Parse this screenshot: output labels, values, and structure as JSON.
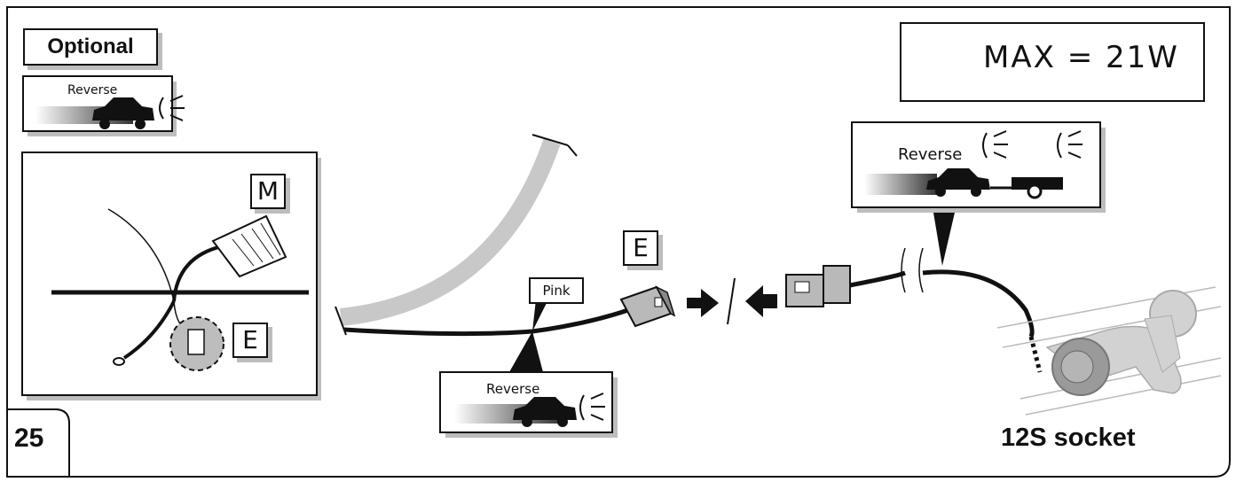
{
  "optional_label": "Optional",
  "step_number": "25",
  "warning": {
    "icon": "warning-triangle-icon",
    "text": "MAX = 21W"
  },
  "inset": {
    "label_m": "M",
    "label_e": "E"
  },
  "connector_label": "E",
  "wire_color_label": "Pink",
  "reverse_text": "Reverse",
  "socket_label": "12S socket",
  "colors": {
    "line": "#111111",
    "shadow": "#bdbdbd",
    "pipe": "#c8c8c8",
    "connector": "#b9b9b9"
  }
}
